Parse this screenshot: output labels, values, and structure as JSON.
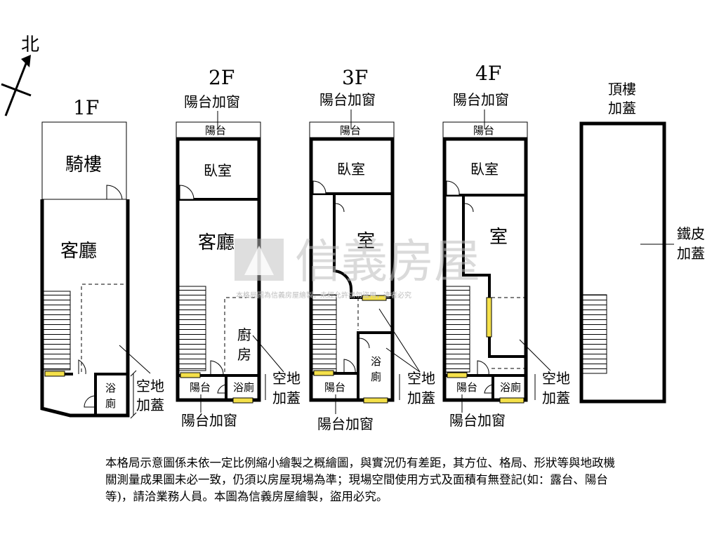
{
  "compass": {
    "north": "北"
  },
  "floors": {
    "f1": {
      "title": "1F",
      "arcade": "騎樓",
      "living": "客廳",
      "bath": "浴廁",
      "open_space": "空地加蓋"
    },
    "f2": {
      "title": "2F",
      "window_top": "陽台加窗",
      "balcony_top": "陽台",
      "bedroom": "臥室",
      "living": "客廳",
      "kitchen": "廚房",
      "balcony_bottom": "陽台",
      "bath": "浴廁",
      "open_space": "空地加蓋",
      "window_bottom": "陽台加窗"
    },
    "f3": {
      "title": "3F",
      "window_top": "陽台加窗",
      "balcony_top": "陽台",
      "bedroom": "臥室",
      "room": "室",
      "bath": "浴廁",
      "balcony_bottom": "陽台",
      "open_space": "空地加蓋",
      "window_bottom": "陽台加窗"
    },
    "f4": {
      "title": "4F",
      "window_top": "陽台加窗",
      "balcony_top": "陽台",
      "bedroom": "臥室",
      "room": "室",
      "balcony_bottom": "陽台",
      "bath": "浴廁",
      "open_space": "空地加蓋",
      "window_bottom": "陽台加窗"
    },
    "roof": {
      "title": "頂樓加蓋",
      "metal": "鐵皮加蓋"
    }
  },
  "watermark": {
    "brand": "信義房屋",
    "notice": "本格局圖為信義房屋繪製，未經允許請勿盜用，違者必究"
  },
  "note": "本格局示意圖係未依一定比例縮小繪製之概繪圖，與實況仍有差距，其方位、格局、形狀等與地政機關測量成果圖未必一致，仍須以房屋現場為準；現場空間使用方式及面積有無登記(如：露台、陽台等)，請洽業務人員。本圖為信義房屋繪製，盜用必究。"
}
